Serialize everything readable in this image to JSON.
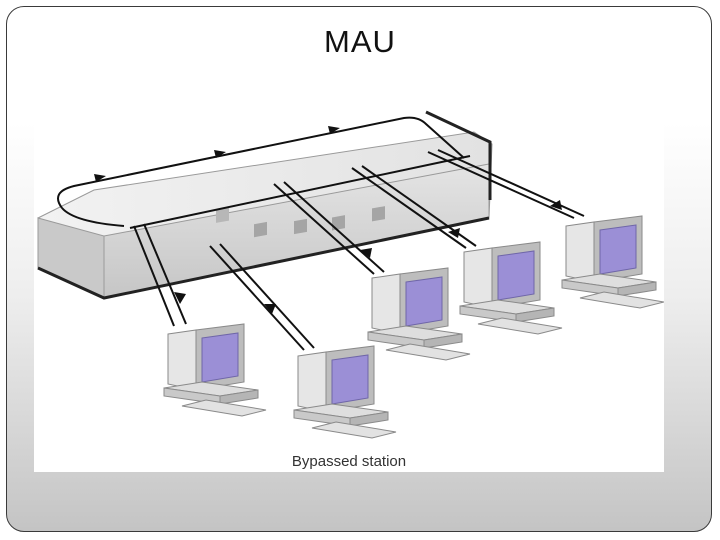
{
  "slide": {
    "title": "MAU"
  },
  "diagram": {
    "caption": "Bypassed station",
    "colors": {
      "screen": "#9b8fd6",
      "device": "#d8d8d8",
      "device_dark": "#b3b3b3",
      "line": "#111111"
    },
    "stations": [
      {
        "role": "station"
      },
      {
        "role": "bypassed-station"
      },
      {
        "role": "station"
      },
      {
        "role": "station"
      },
      {
        "role": "station"
      }
    ]
  }
}
